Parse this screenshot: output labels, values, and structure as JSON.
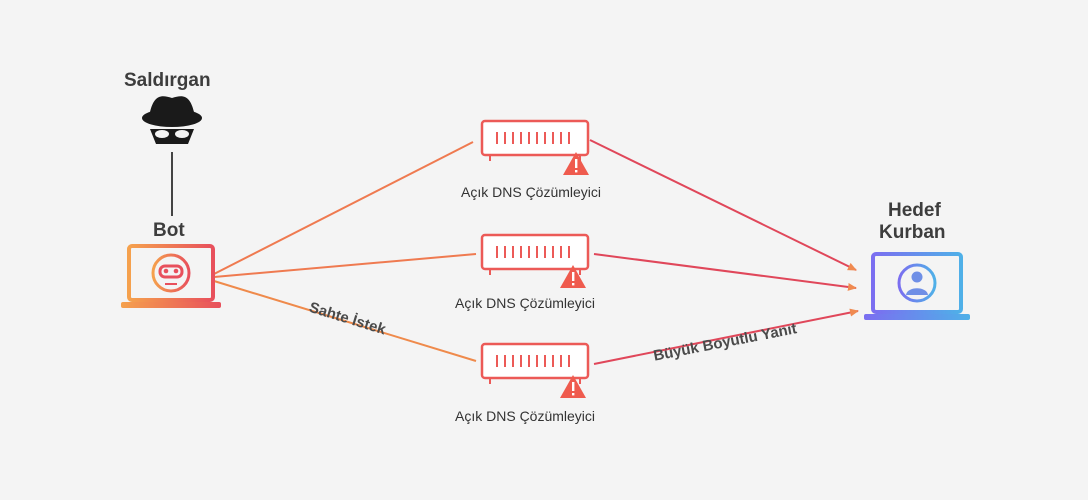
{
  "labels": {
    "attacker": "Saldırgan",
    "bot": "Bot",
    "target_line1": "Hedef",
    "target_line2": "Kurban",
    "resolver_1": "Açık DNS Çözümleyici",
    "resolver_2": "Açık DNS Çözümleyici",
    "resolver_3": "Açık DNS Çözümleyici",
    "spoofed_request": "Sahte İstek",
    "large_response": "Büyük Boyutlu Yanıt"
  },
  "icons": {
    "attacker": "hacker-hat-mask-icon",
    "bot": "robot-laptop-icon",
    "target": "user-laptop-icon",
    "resolver": "dns-server-icon",
    "warning": "warning-triangle-icon"
  },
  "colors": {
    "orange": "#f29545",
    "red": "#e0475a",
    "blue": "#6f8fe6",
    "text": "#3d3d3d"
  }
}
